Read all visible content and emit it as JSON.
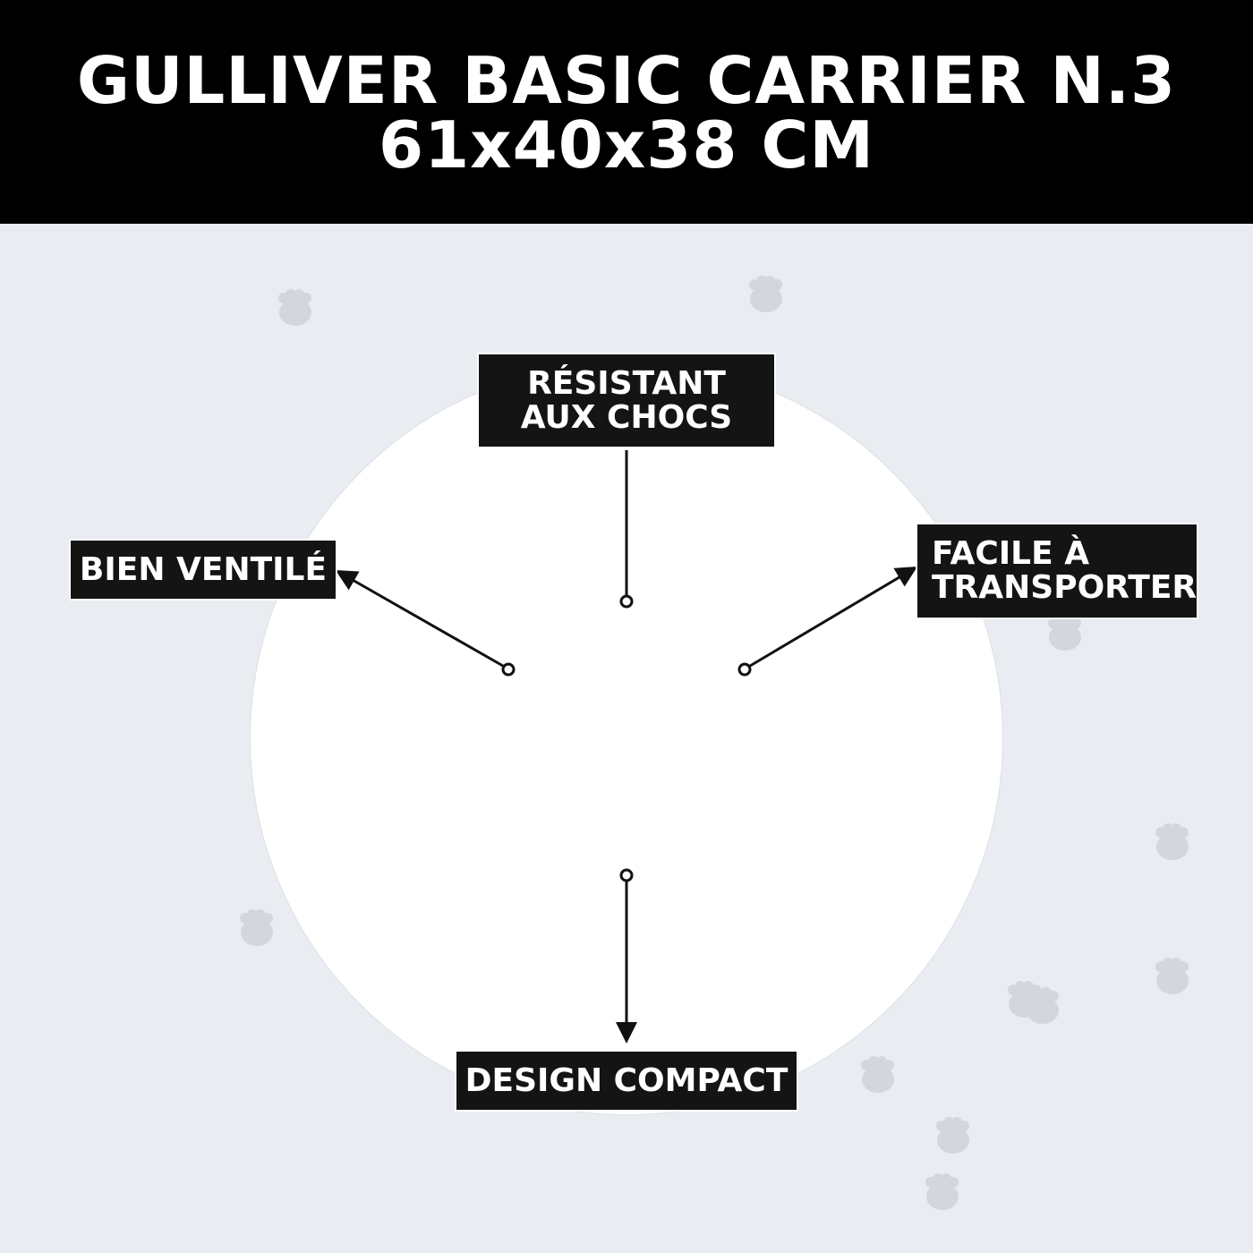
{
  "title": {
    "line1": "GULLIVER BASIC CARRIER N.3",
    "line2": "61x40x38 CM"
  },
  "features": {
    "top": "RÉSISTANT AUX CHOCS",
    "left": "BIEN VENTILÉ",
    "right": "FACILE À TRANSPORTER",
    "bottom": "DESIGN COMPACT"
  },
  "colors": {
    "background": "#e9ecf1",
    "header": "#000000",
    "label": "#141414",
    "paw": "#d3d6dc"
  }
}
